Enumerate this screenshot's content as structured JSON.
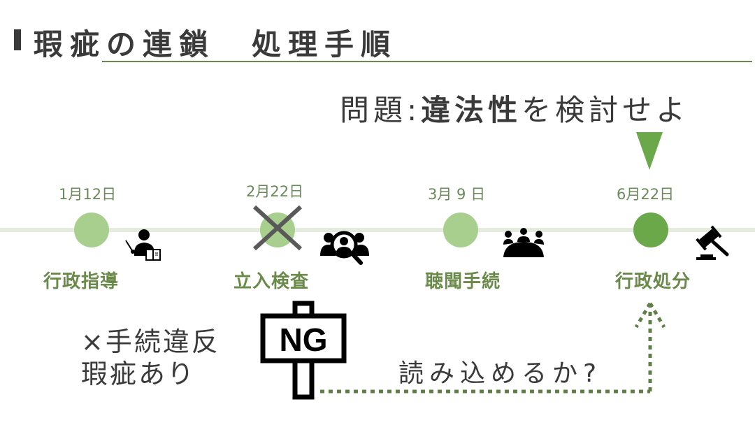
{
  "header": {
    "title": "瑕疵の連鎖　処理手順"
  },
  "question": {
    "prefix": "問題:",
    "emphasis": "違法性",
    "suffix": "を検討せよ"
  },
  "timeline": {
    "events": [
      {
        "date": "1月12日",
        "label": "行政指導",
        "icon": "teacher-icon",
        "crossed": false,
        "active": false
      },
      {
        "date": "2月22日",
        "label": "立入検査",
        "icon": "search-people-icon",
        "crossed": true,
        "active": false
      },
      {
        "date": "3月 9 日",
        "label": "聴聞手続",
        "icon": "meeting-icon",
        "crossed": false,
        "active": false
      },
      {
        "date": "6月22日",
        "label": "行政処分",
        "icon": "gavel-icon",
        "crossed": false,
        "active": true
      }
    ]
  },
  "defect_note": {
    "line1": "×手続違反",
    "line2": "瑕疵あり"
  },
  "ng_sign": {
    "text": "NG"
  },
  "carry_question": "読み込めるか?",
  "colors": {
    "accent_green": "#6aa84a",
    "light_green": "#a8cf8e",
    "label_green": "#6a8a4a",
    "dotted_green": "#5f7f47",
    "timeline_line": "#e5ecdf",
    "text_dark": "#3a3a3a"
  }
}
